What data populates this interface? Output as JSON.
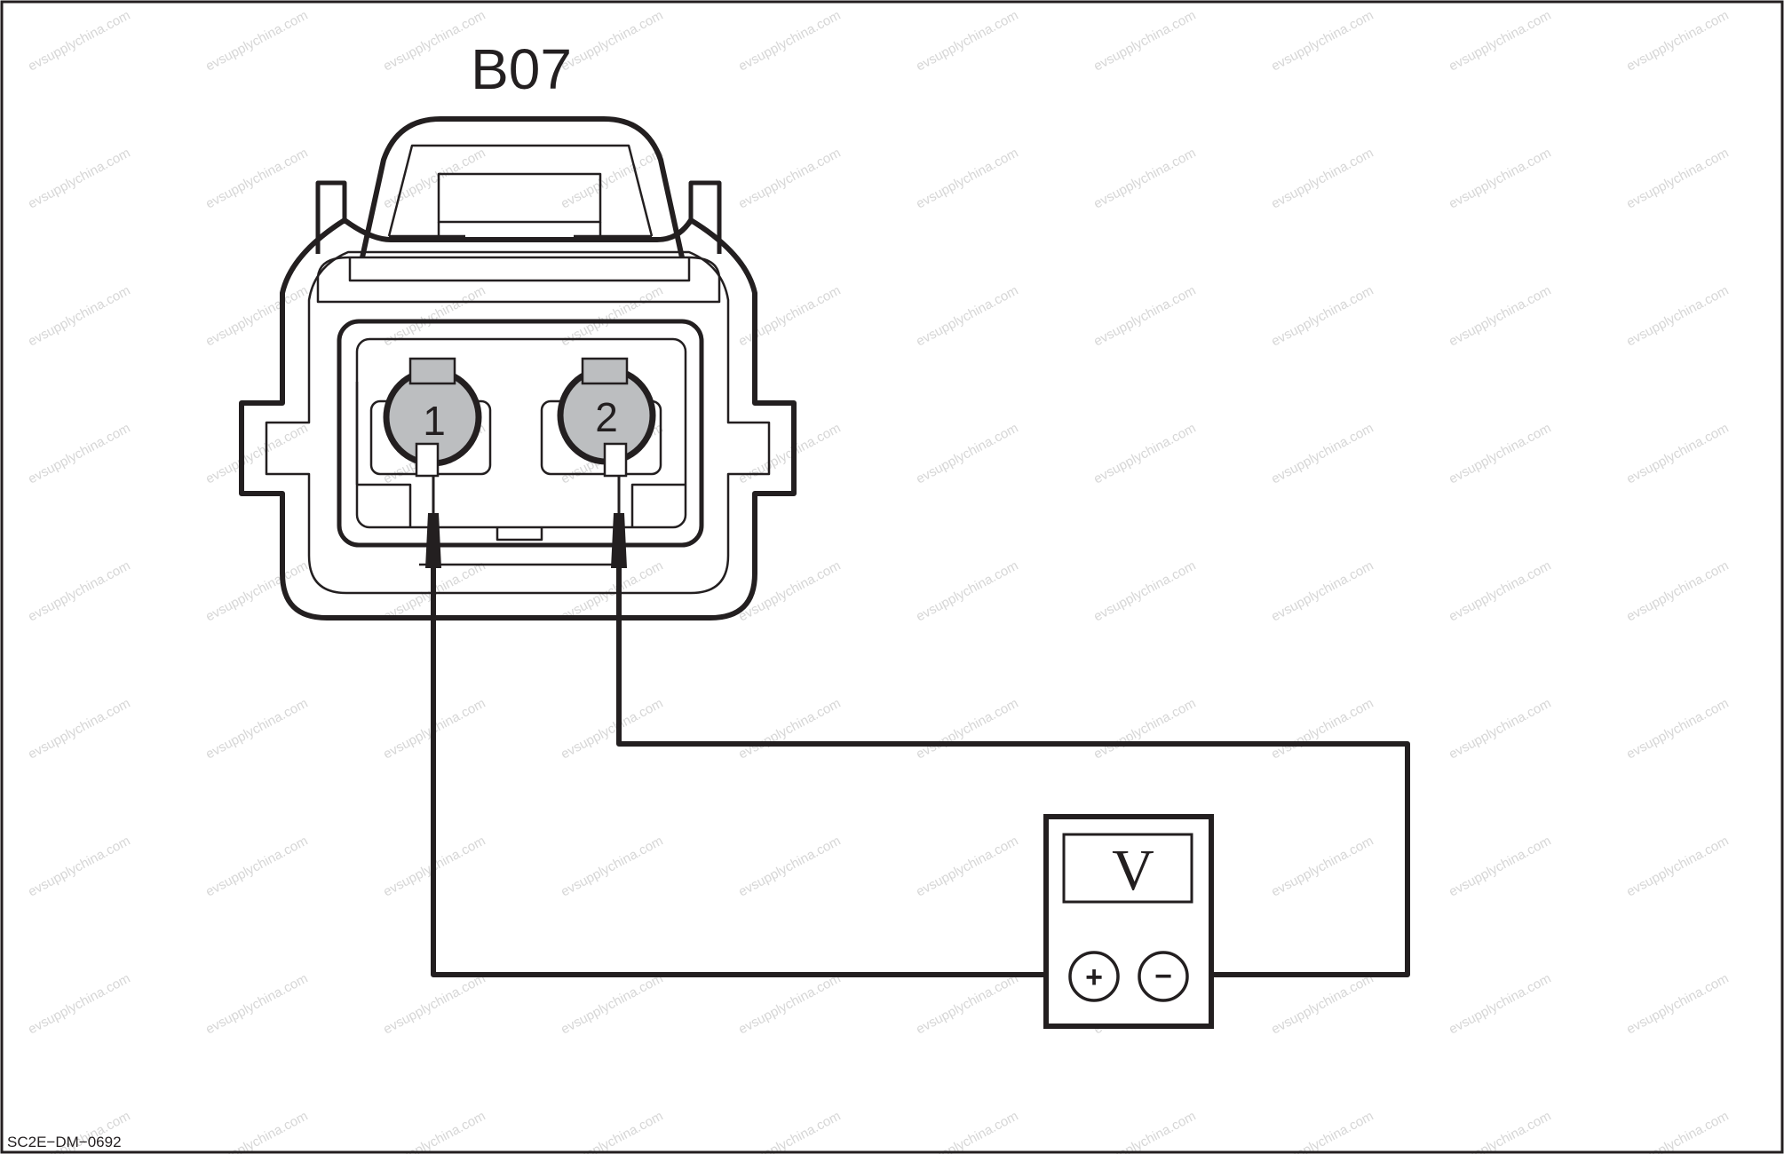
{
  "connector": {
    "name": "B07",
    "pins": [
      "1",
      "2"
    ]
  },
  "meter": {
    "symbol": "V",
    "positive_terminal": "+",
    "negative_terminal": "−"
  },
  "watermark": "evsupplychina.com",
  "figure_id": "SC2E−DM−0692",
  "colors": {
    "line": "#231f20",
    "pin_fill": "#bcbec0",
    "frame": "#231f20",
    "background": "#ffffff",
    "watermark": "#d6d6d6"
  }
}
